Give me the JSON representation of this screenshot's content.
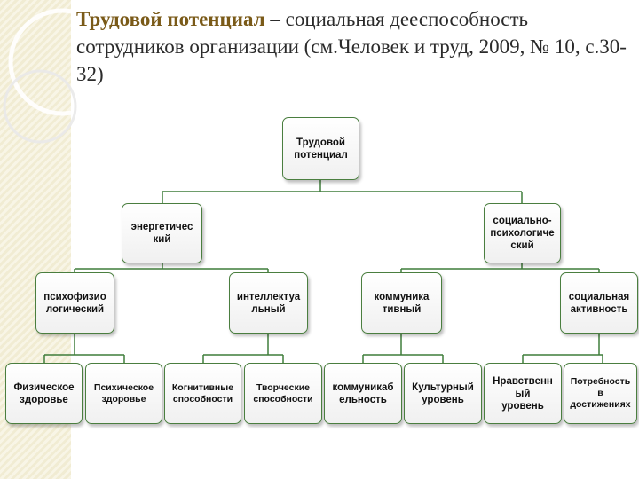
{
  "title": {
    "bold": "Трудовой потенциал",
    "rest": " – социальная дееспособность сотрудников организации (см.Человек и труд, 2009, № 10, с.30-32)"
  },
  "nodes": {
    "root": "Трудовой\nпотенциал",
    "energy": "энергетичес\nкий",
    "social_psych": "социально-\nпсихологиче\nский",
    "psychophys": "психофизио\nлогический",
    "intellect": "интеллектуа\nльный",
    "communicative": "коммуника\nтивный",
    "social_activity": "социальная\nактивность",
    "physical_health": "Физическое\nздоровье",
    "mental_health": "Психическое\nздоровье",
    "cognitive": "Когнитивные\nспособности",
    "creative": "Творческие\nспособности",
    "communicability": "коммуникаб\nельность",
    "cultural": "Культурный\nуровень",
    "moral": "Нравственн\nый\nуровень",
    "achievement_need": "Потребность\nв\nдостижениях"
  },
  "colors": {
    "border": "#4a7e3f",
    "connector": "#3f7d3a",
    "title_bold": "#7a5a18"
  }
}
